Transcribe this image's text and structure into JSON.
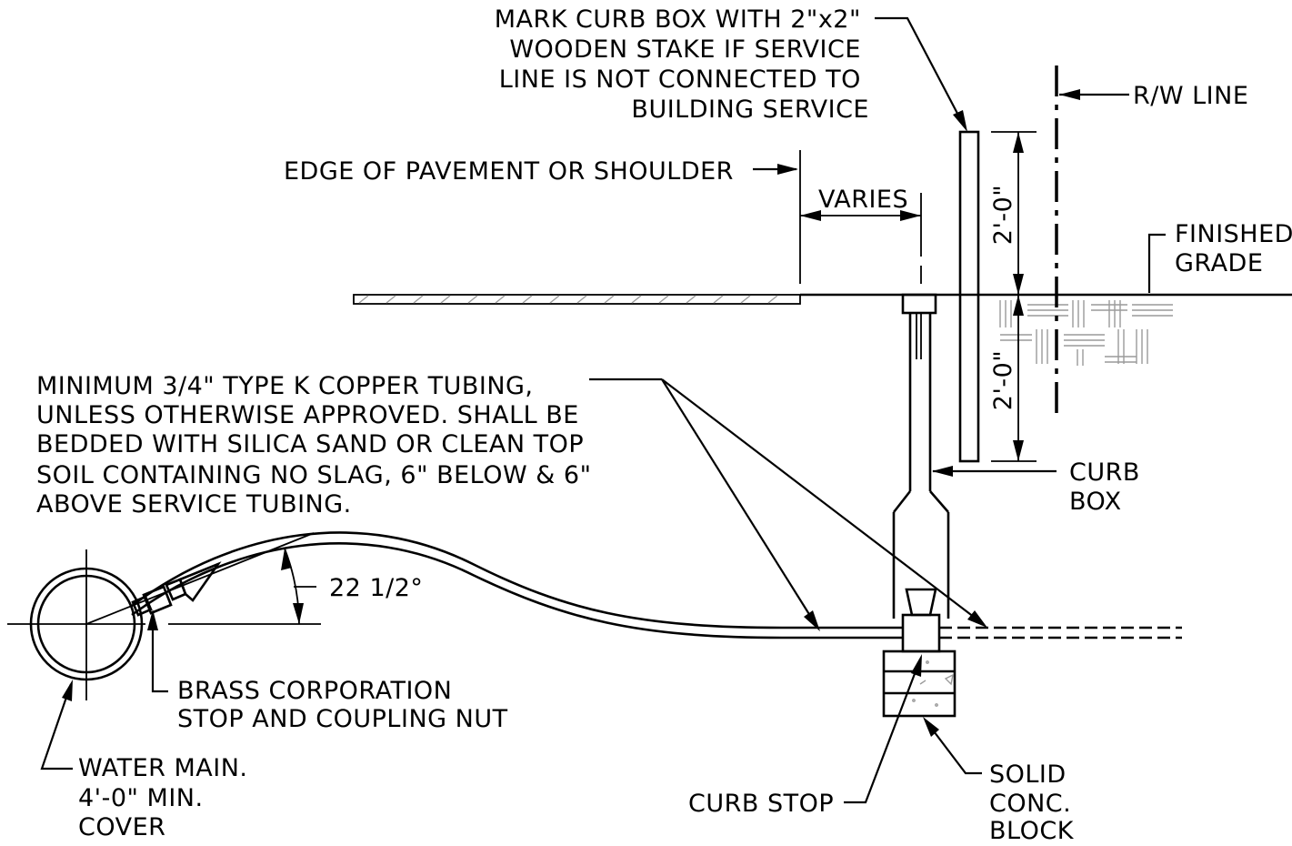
{
  "labels": {
    "mark_curb_box": [
      "MARK CURB BOX WITH 2\"x2\"",
      "WOODEN STAKE IF SERVICE",
      "LINE IS NOT CONNECTED TO",
      "BUILDING SERVICE"
    ],
    "rw_line": "R/W LINE",
    "edge_of_pavement": "EDGE OF PAVEMENT OR SHOULDER",
    "varies": "VARIES",
    "dim_upper": "2'-0\"",
    "dim_lower": "2'-0\"",
    "finished_grade": [
      "FINISHED",
      "GRADE"
    ],
    "tubing_note": [
      "MINIMUM 3/4\" TYPE K COPPER TUBING,",
      "UNLESS OTHERWISE APPROVED.  SHALL BE",
      "BEDDED WITH SILICA SAND OR CLEAN TOP",
      "SOIL CONTAINING NO SLAG, 6\" BELOW & 6\"",
      "ABOVE SERVICE TUBING."
    ],
    "curb_box": [
      "CURB",
      "BOX"
    ],
    "angle": "22 1/2°",
    "brass_corp": [
      "BRASS CORPORATION",
      "STOP AND COUPLING NUT"
    ],
    "water_main": [
      "WATER MAIN.",
      "4'-0\" MIN.",
      "COVER"
    ],
    "curb_stop": "CURB STOP",
    "solid_block": [
      "SOLID",
      "CONC.",
      "BLOCK"
    ]
  }
}
